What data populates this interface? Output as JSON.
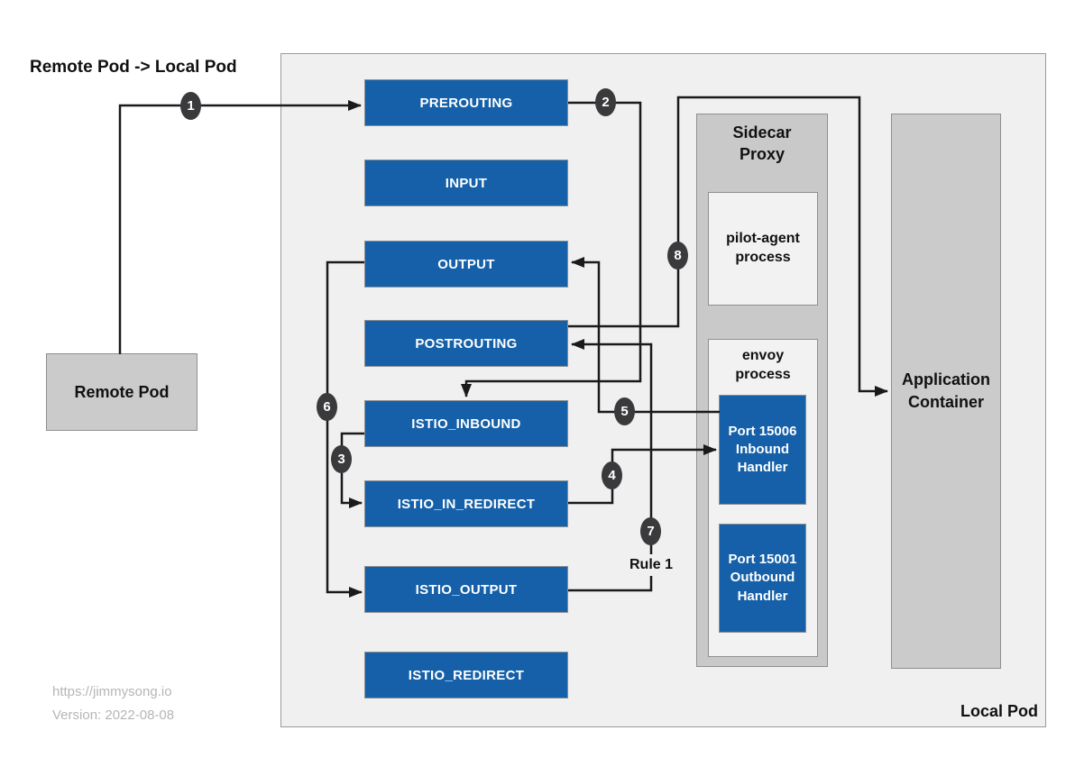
{
  "title": "Remote Pod -> Local Pod",
  "remote_pod": {
    "label": "Remote Pod"
  },
  "local_pod": {
    "label": "Local Pod"
  },
  "chains": [
    {
      "label": "PREROUTING"
    },
    {
      "label": "INPUT"
    },
    {
      "label": "OUTPUT"
    },
    {
      "label": "POSTROUTING"
    },
    {
      "label": "ISTIO_INBOUND"
    },
    {
      "label": "ISTIO_IN_REDIRECT"
    },
    {
      "label": "ISTIO_OUTPUT"
    },
    {
      "label": "ISTIO_REDIRECT"
    }
  ],
  "sidecar_proxy": {
    "title": "Sidecar Proxy",
    "pilot_agent": {
      "label": "pilot-agent process"
    },
    "envoy": {
      "label": "envoy process",
      "inbound_handler": {
        "label": "Port 15006 Inbound Handler"
      },
      "outbound_handler": {
        "label": "Port 15001 Outbound Handler"
      }
    }
  },
  "application_container": {
    "label": "Application Container"
  },
  "steps": [
    "1",
    "2",
    "3",
    "4",
    "5",
    "6",
    "7",
    "8"
  ],
  "rule_label": "Rule 1",
  "footer": {
    "url": "https://jimmysong.io",
    "version": "Version: 2022-08-08"
  },
  "colors": {
    "chain_blue": "#1560a8",
    "badge_dark": "#3a3a3c",
    "local_pod_fill": "#f0f0f1",
    "container_gray": "#cbcbcb",
    "process_fill": "#f2f2f2",
    "line_black": "#1a1a1a",
    "border_gray": "#8f8f8f",
    "footer_gray": "#b5b6b8"
  }
}
